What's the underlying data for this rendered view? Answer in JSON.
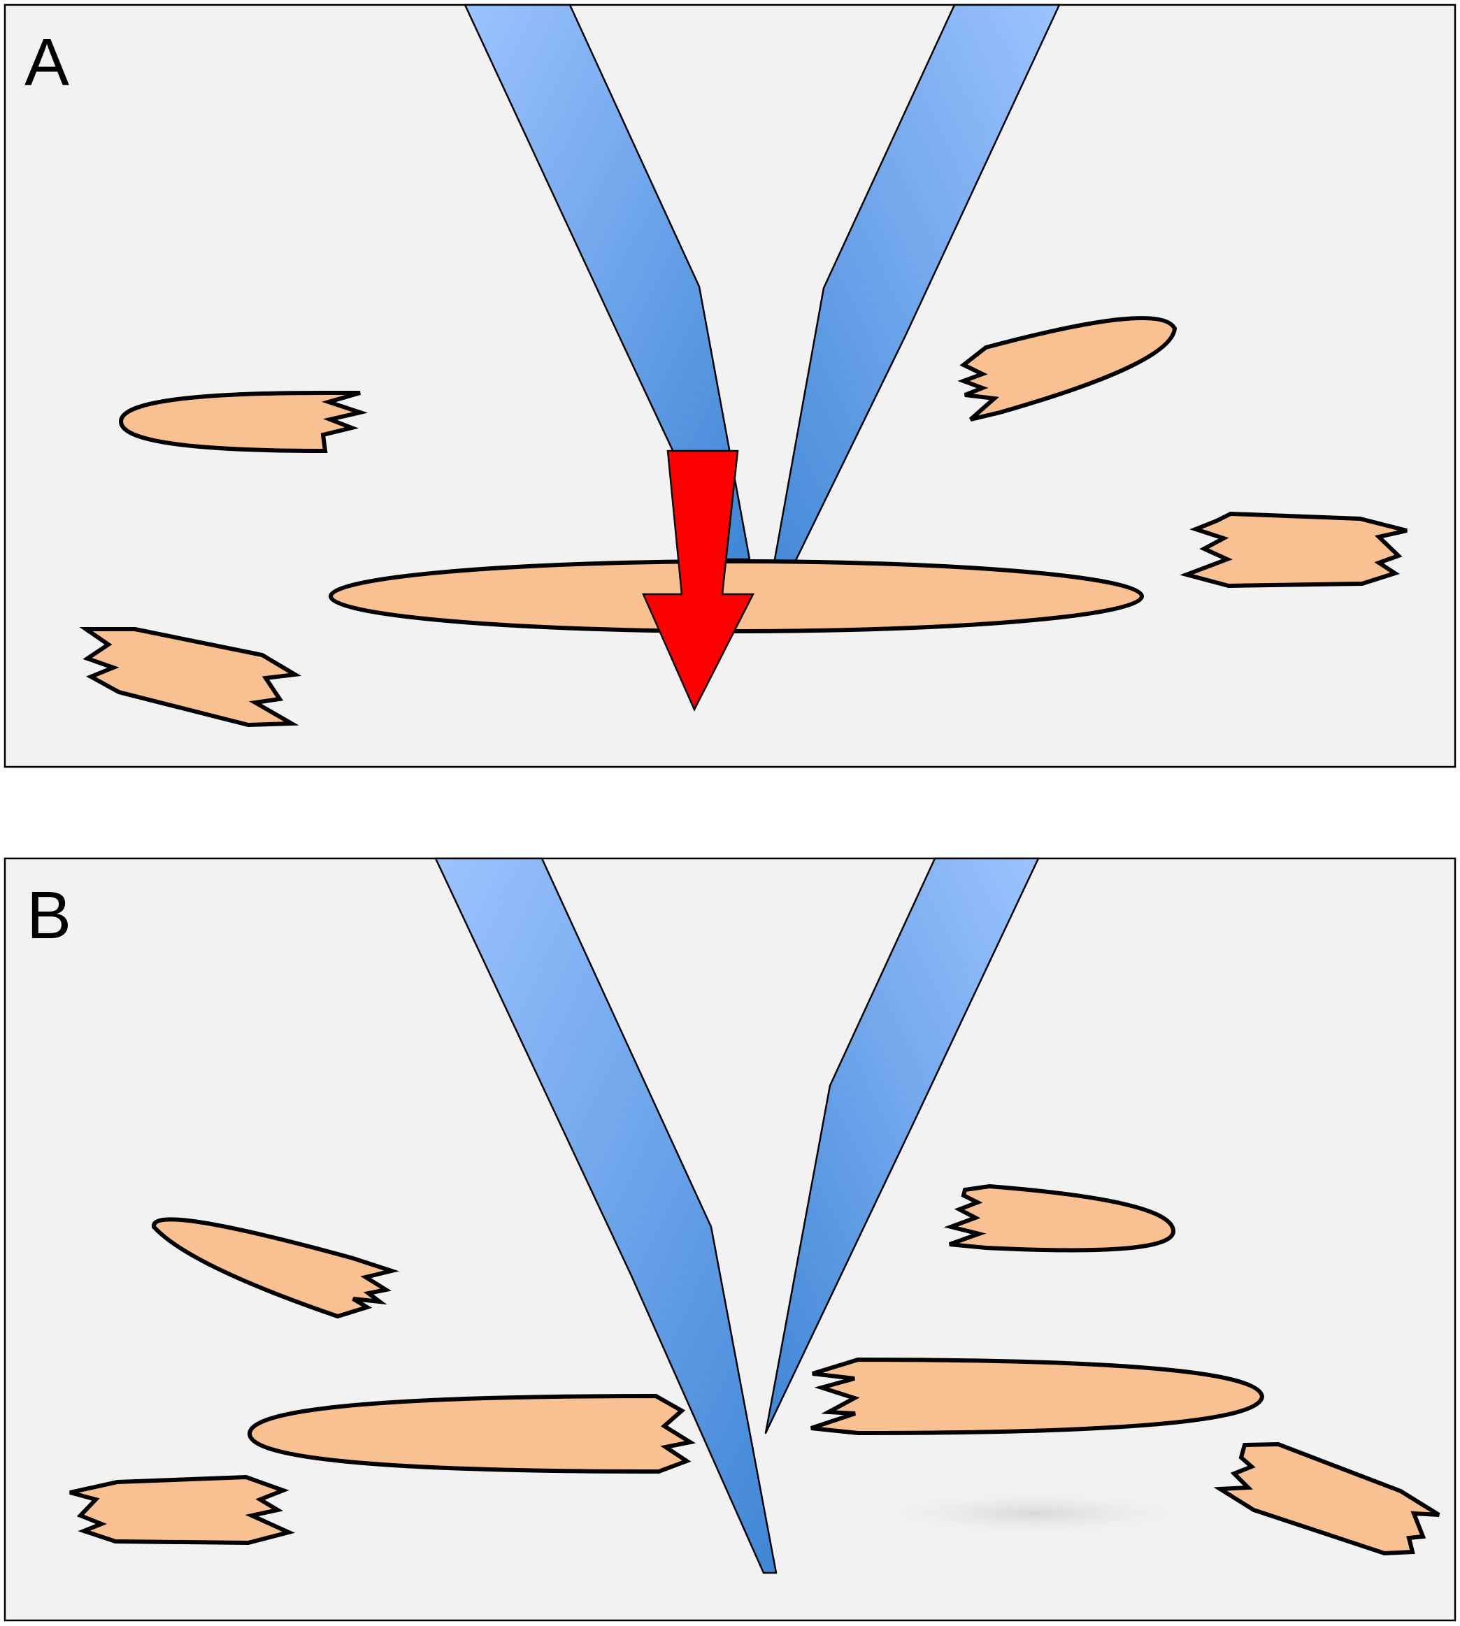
{
  "panels": [
    {
      "id": "A",
      "label": "A"
    },
    {
      "id": "B",
      "label": "B"
    }
  ],
  "colors": {
    "panel_background": "#f2f2f2",
    "needle_light": "#9cc3ff",
    "needle_dark": "#3f86d6",
    "fragment_fill": "#f9c191",
    "arrow_fill": "#ff0000",
    "outline": "#000000"
  },
  "icons": [
    "needle-left",
    "needle-right",
    "fibre-fragment",
    "down-arrow"
  ]
}
